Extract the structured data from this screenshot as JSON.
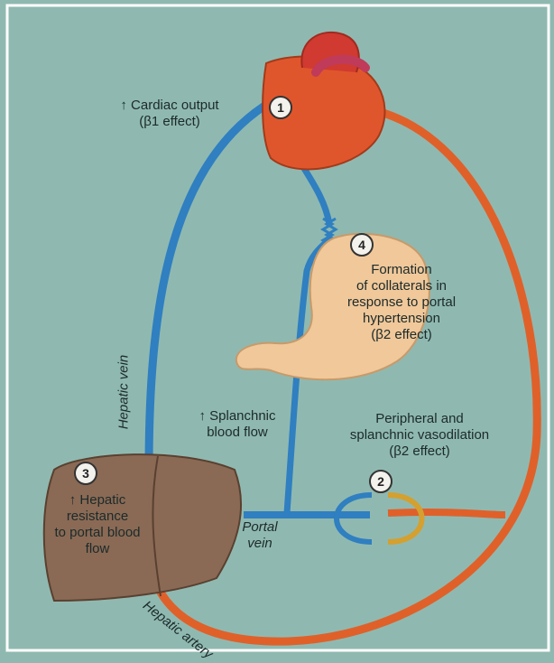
{
  "steps": [
    {
      "number": "1",
      "lines": [
        "↑ Cardiac output",
        "(β1 effect)"
      ]
    },
    {
      "number": "2",
      "lines": [
        "Peripheral and",
        "splanchnic vasodilation",
        "(β2 effect)"
      ]
    },
    {
      "number": "3",
      "lines": [
        "↑ Hepatic",
        "resistance",
        "to portal blood",
        "flow"
      ]
    },
    {
      "number": "4",
      "lines": [
        "Formation",
        "of collaterals in",
        "response to portal",
        "hypertension",
        "(β2 effect)"
      ]
    }
  ],
  "splanchnic": [
    "↑ Splanchnic",
    "blood flow"
  ],
  "vessels": {
    "hepatic_vein": "Hepatic vein",
    "portal_vein": [
      "Portal",
      "vein"
    ],
    "hepatic_artery": "Hepatic artery"
  },
  "colors": {
    "background": "#8fb9b0",
    "vein": "#2f7fc1",
    "artery": "#e0602a",
    "heart": "#e0562c",
    "liver": "#8a6a55",
    "stomach": "#f0c89a"
  }
}
